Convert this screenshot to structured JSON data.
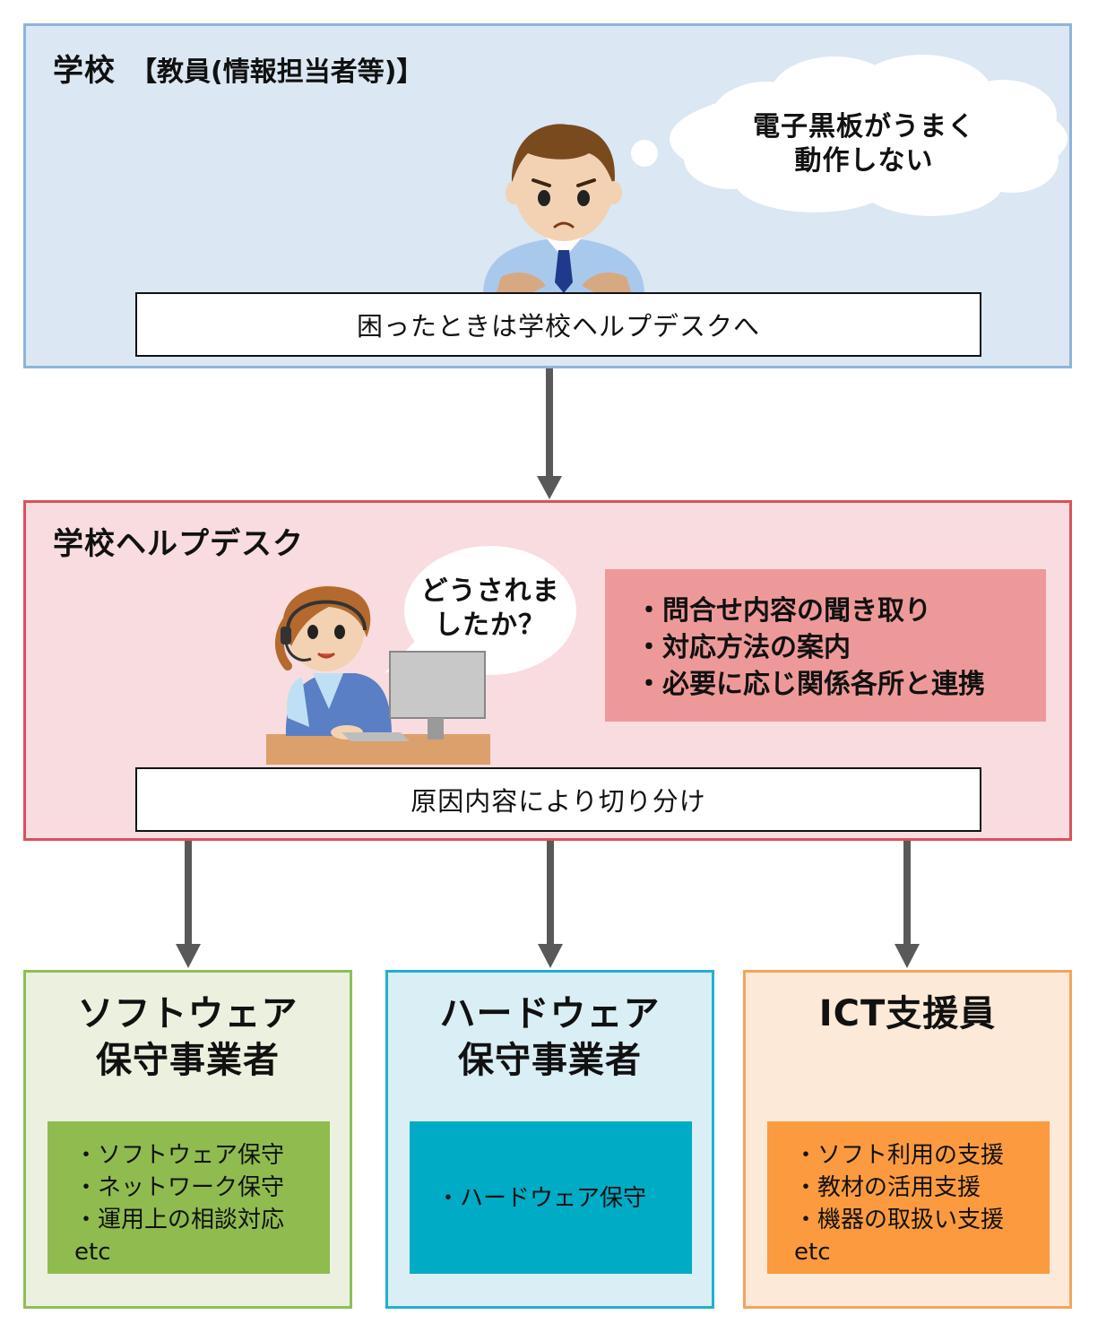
{
  "school": {
    "title": "学校",
    "subtitle": "【教員(情報担当者等)】",
    "thought": [
      "電子黒板がうまく",
      "動作しない"
    ],
    "banner": "困ったときは学校ヘルプデスクへ"
  },
  "helpdesk": {
    "title": "学校ヘルプデスク",
    "speech": [
      "どうされま",
      "したか？"
    ],
    "roles": [
      "・問合せ内容の聞き取り",
      "・対応方法の案内",
      "・必要に応じ関係各所と連携"
    ],
    "banner": "原因内容により切り分け"
  },
  "vendors": {
    "software": {
      "title": [
        "ソフトウェア",
        "保守事業者"
      ],
      "items": [
        "・ソフトウェア保守",
        "・ネットワーク保守",
        "・運用上の相談対応",
        "etc"
      ]
    },
    "hardware": {
      "title": [
        "ハードウェア",
        "保守事業者"
      ],
      "items": [
        "・ハードウェア保守"
      ]
    },
    "ict": {
      "title": [
        "ICT支援員"
      ],
      "items": [
        "・ソフト利用の支援",
        "・教材の活用支援",
        "・機器の取扱い支援",
        "etc"
      ]
    }
  },
  "colors": {
    "school_bg": "#dbe7f3",
    "helpdesk_bg": "#f8dcdf",
    "role_box": "#ee9999",
    "software_box": "#8fbb4f",
    "hardware_box": "#00abc6",
    "ict_box": "#fb9a3f",
    "arrow": "#595959"
  }
}
